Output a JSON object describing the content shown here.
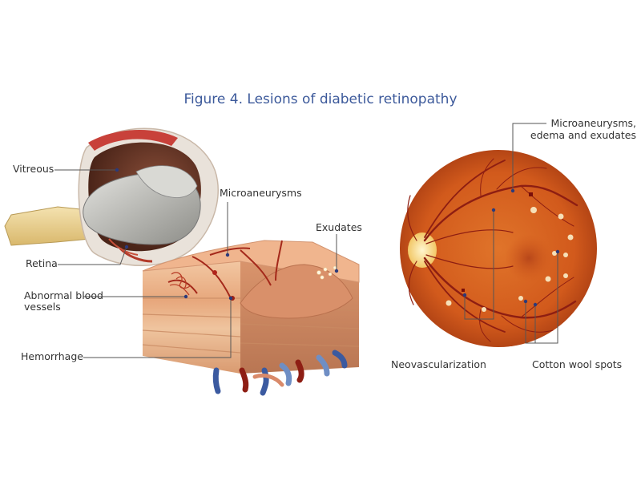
{
  "title": "Figure 4. Lesions of diabetic retinopathy",
  "labels": {
    "vitreous": "Vitreous",
    "retina": "Retina",
    "abnormal_vessels_line1": "Abnormal blood",
    "abnormal_vessels_line2": "vessels",
    "hemorrhage": "Hemorrhage",
    "microaneurysms": "Microaneurysms",
    "exudates": "Exudates",
    "fundus_top_line1": "Microaneurysms,",
    "fundus_top_line2": "edema and exudates",
    "neovascularization": "Neovascularization",
    "cotton_wool_spots": "Cotton wool spots"
  },
  "colors": {
    "title": "#3d5a9b",
    "label_text": "#333333",
    "leader_line": "#555555",
    "leader_dot": "#2b3a7a",
    "fundus": "#d9641f",
    "vessels": "#9a1e12",
    "tissue": "#e8b38a",
    "sclera": "#e9e2da",
    "lens": "#b9b9b4",
    "optic_nerve": "#e9cf93"
  }
}
